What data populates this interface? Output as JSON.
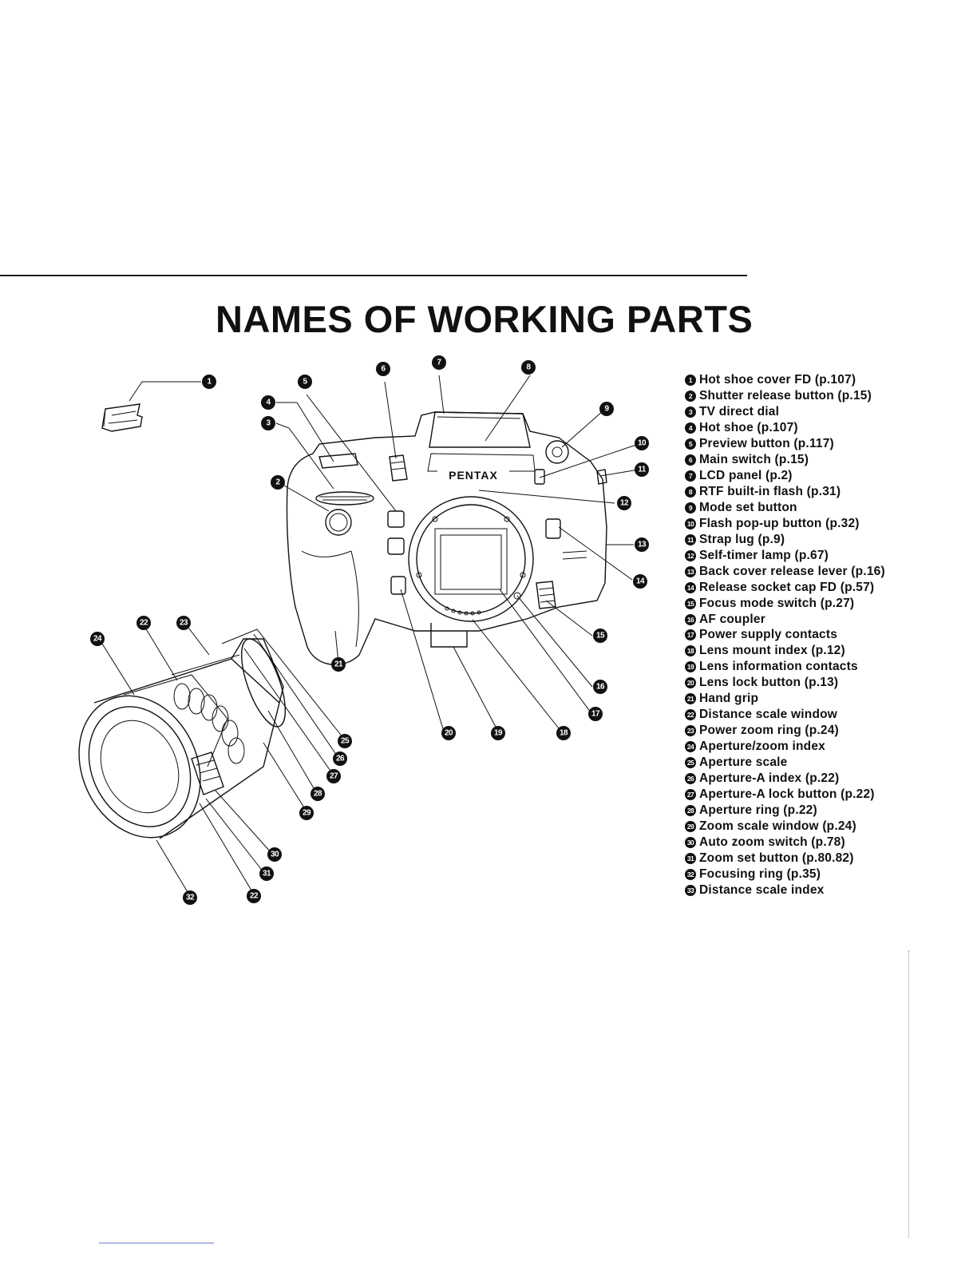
{
  "page": {
    "title": "NAMES OF WORKING PARTS",
    "brand_label": "PENTAX"
  },
  "parts": [
    {
      "num": "1",
      "label": "Hot shoe cover FD (p.107)"
    },
    {
      "num": "2",
      "label": "Shutter release button (p.15)"
    },
    {
      "num": "3",
      "label": "TV direct dial"
    },
    {
      "num": "4",
      "label": "Hot shoe (p.107)"
    },
    {
      "num": "5",
      "label": "Preview button (p.117)"
    },
    {
      "num": "6",
      "label": "Main switch (p.15)"
    },
    {
      "num": "7",
      "label": "LCD panel (p.2)"
    },
    {
      "num": "8",
      "label": "RTF built-in flash (p.31)"
    },
    {
      "num": "9",
      "label": "Mode set button"
    },
    {
      "num": "10",
      "label": "Flash pop-up button (p.32)"
    },
    {
      "num": "11",
      "label": "Strap lug (p.9)"
    },
    {
      "num": "12",
      "label": "Self-timer lamp (p.67)"
    },
    {
      "num": "13",
      "label": "Back cover release lever (p.16)"
    },
    {
      "num": "14",
      "label": "Release socket cap FD (p.57)"
    },
    {
      "num": "15",
      "label": "Focus mode switch (p.27)"
    },
    {
      "num": "16",
      "label": "AF coupler"
    },
    {
      "num": "17",
      "label": "Power supply contacts"
    },
    {
      "num": "18",
      "label": "Lens mount index (p.12)"
    },
    {
      "num": "19",
      "label": "Lens information contacts"
    },
    {
      "num": "20",
      "label": "Lens lock button (p.13)"
    },
    {
      "num": "21",
      "label": "Hand grip"
    },
    {
      "num": "22",
      "label": "Distance scale window"
    },
    {
      "num": "23",
      "label": "Power zoom ring (p.24)"
    },
    {
      "num": "24",
      "label": "Aperture/zoom index"
    },
    {
      "num": "25",
      "label": "Aperture scale"
    },
    {
      "num": "26",
      "label": "Aperture-A index (p.22)"
    },
    {
      "num": "27",
      "label": "Aperture-A lock button (p.22)"
    },
    {
      "num": "28",
      "label": "Aperture ring (p.22)"
    },
    {
      "num": "29",
      "label": "Zoom scale window (p.24)"
    },
    {
      "num": "30",
      "label": "Auto zoom switch (p.78)"
    },
    {
      "num": "31",
      "label": "Zoom set button (p.80.82)"
    },
    {
      "num": "32",
      "label": "Focusing ring (p.35)"
    },
    {
      "num": "33",
      "label": "Distance scale index"
    }
  ],
  "callouts": [
    {
      "num": "1"
    },
    {
      "num": "2"
    },
    {
      "num": "3"
    },
    {
      "num": "4"
    },
    {
      "num": "5"
    },
    {
      "num": "6"
    },
    {
      "num": "7"
    },
    {
      "num": "8"
    },
    {
      "num": "9"
    },
    {
      "num": "10"
    },
    {
      "num": "11"
    },
    {
      "num": "12"
    },
    {
      "num": "13"
    },
    {
      "num": "14"
    },
    {
      "num": "15"
    },
    {
      "num": "16"
    },
    {
      "num": "17"
    },
    {
      "num": "18"
    },
    {
      "num": "19"
    },
    {
      "num": "20"
    },
    {
      "num": "21"
    },
    {
      "num": "22"
    },
    {
      "num": "23"
    },
    {
      "num": "24"
    },
    {
      "num": "25"
    },
    {
      "num": "26"
    },
    {
      "num": "27"
    },
    {
      "num": "28"
    },
    {
      "num": "29"
    },
    {
      "num": "30"
    },
    {
      "num": "31"
    },
    {
      "num": "22"
    },
    {
      "num": "32"
    }
  ]
}
